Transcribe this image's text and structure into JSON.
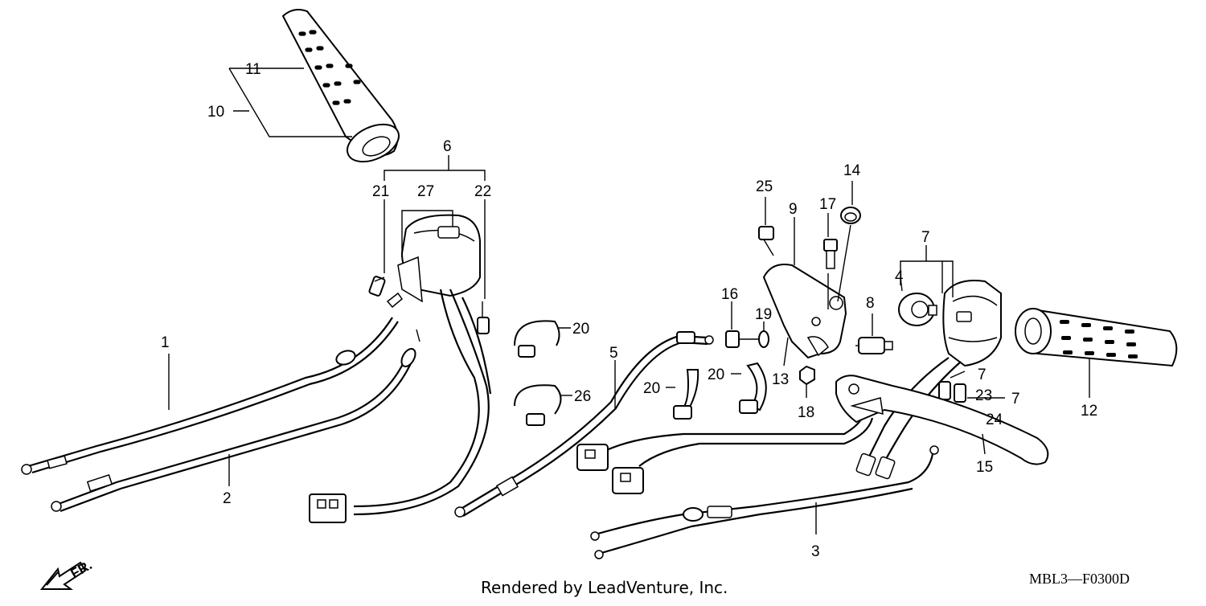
{
  "diagram": {
    "callouts": [
      {
        "id": "c1",
        "label": "1"
      },
      {
        "id": "c2",
        "label": "2"
      },
      {
        "id": "c3",
        "label": "3"
      },
      {
        "id": "c4",
        "label": "4"
      },
      {
        "id": "c5",
        "label": "5"
      },
      {
        "id": "c6",
        "label": "6"
      },
      {
        "id": "c7a",
        "label": "7"
      },
      {
        "id": "c7b",
        "label": "7"
      },
      {
        "id": "c7c",
        "label": "7"
      },
      {
        "id": "c8",
        "label": "8"
      },
      {
        "id": "c9",
        "label": "9"
      },
      {
        "id": "c10",
        "label": "10"
      },
      {
        "id": "c11",
        "label": "11"
      },
      {
        "id": "c12",
        "label": "12"
      },
      {
        "id": "c13",
        "label": "13"
      },
      {
        "id": "c14",
        "label": "14"
      },
      {
        "id": "c15",
        "label": "15"
      },
      {
        "id": "c16",
        "label": "16"
      },
      {
        "id": "c17",
        "label": "17"
      },
      {
        "id": "c18",
        "label": "18"
      },
      {
        "id": "c19",
        "label": "19"
      },
      {
        "id": "c20a",
        "label": "20"
      },
      {
        "id": "c20b",
        "label": "20"
      },
      {
        "id": "c20c",
        "label": "20"
      },
      {
        "id": "c21",
        "label": "21"
      },
      {
        "id": "c22",
        "label": "22"
      },
      {
        "id": "c23",
        "label": "23"
      },
      {
        "id": "c24",
        "label": "24"
      },
      {
        "id": "c25",
        "label": "25"
      },
      {
        "id": "c26",
        "label": "26"
      },
      {
        "id": "c27",
        "label": "27"
      }
    ],
    "direction_label": "FR.",
    "footer_text": "Rendered by LeadVenture, Inc.",
    "figure_code": "MBL3—F0300D"
  }
}
